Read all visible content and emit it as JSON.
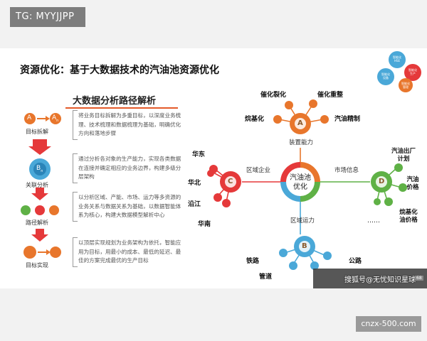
{
  "tag": "TG: MYYJJPP",
  "title": "资源优化：基于大数据技术的汽油池资源优化",
  "subtitle": "大数据分析路径解析",
  "steps": [
    "目标拆解",
    "关联分析",
    "路径解析",
    "目标实现"
  ],
  "descriptions": [
    "将业务目标拆解为多重目标，以深度业务梳理、技术梳理和数据梳理为基础，明确优化方向和落地步骤",
    "通过分析各对象的生产能力，实现各类数据在连接并确定相应的业务边界，构建多级分层架构",
    "以分析区域、产能、市场、运力等多资源的业务关系与数据关系为基础，以数据智能体系为核心，构建大数据模型解析中心",
    "以顶层实现规划为业务架构为依托，智能应用为目标，用最小的成本、最低的延迟、最佳的方案完成最优的生产目标"
  ],
  "node_letters": {
    "a_left": "A",
    "a_sub": "n",
    "b": "B",
    "b_sub": "n"
  },
  "center": "汽油池优化",
  "edges": {
    "top": "装置能力",
    "left": "区域企业",
    "right": "市场信息",
    "bottom": "区域运力"
  },
  "hubs": {
    "A": "A",
    "B": "B",
    "C": "C",
    "D": "D"
  },
  "top_nodes": [
    "催化裂化",
    "催化重整",
    "烷基化",
    "汽油精制"
  ],
  "left_nodes": [
    "华东",
    "华北",
    "沿江",
    "华南"
  ],
  "right_nodes": [
    "汽油出厂计划",
    "汽油价格",
    "烷基化油价格",
    "……"
  ],
  "bottom_nodes": [
    "铁路",
    "管道",
    "公路"
  ],
  "circles_top_right": [
    "智能化HSE",
    "智能化生产",
    "智能化设备",
    "智能化管理"
  ],
  "footer_text": "搜狐号@无忧知识星球",
  "page_number": "68",
  "watermark": "cnzx-500.com",
  "colors": {
    "orange": "#e8762c",
    "red": "#e5393a",
    "green": "#5fb146",
    "blue": "#4aa8d8",
    "brown": "#8b5a2b"
  }
}
